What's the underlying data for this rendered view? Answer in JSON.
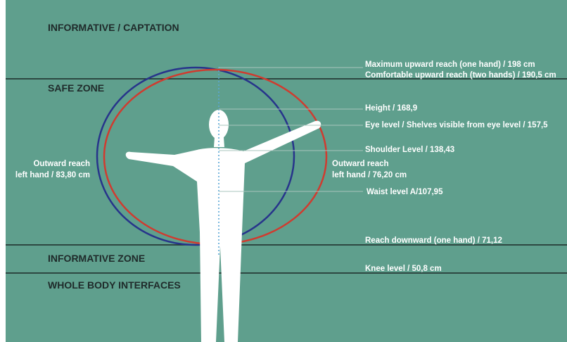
{
  "colors": {
    "background": "#5f9f8d",
    "zone_line": "#1d2a28",
    "leader_line": "#a8c6bd",
    "outer_ellipse": "#27348b",
    "inner_ellipse": "#d03b2f",
    "body": "#ffffff",
    "centerline": "#5aa7d6"
  },
  "zones": {
    "informative_captation": "INFORMATIVE / CAPTATION",
    "safe_zone": "SAFE ZONE",
    "informative_zone": "INFORMATIVE ZONE",
    "whole_body": "WHOLE BODY INTERFACES"
  },
  "labels": {
    "max_upward_reach": "Maximum upward reach (one hand) / 198 cm",
    "comfortable_upward_reach": "Comfortable upward reach (two hands) / 190,5 cm",
    "height": "Height / 168,9",
    "eye_level": "Eye level / Shelves visible from eye level / 157,5",
    "shoulder_level": "Shoulder Level / 138,43",
    "waist_level": "Waist level A/107,95",
    "reach_downward": "Reach downward (one hand) / 71,12",
    "knee_level": "Knee level / 50,8 cm"
  },
  "outward_left": {
    "line1": "Outward reach",
    "line2": "left hand / 83,80 cm"
  },
  "outward_right": {
    "line1": "Outward reach",
    "line2": "left hand / 76,20 cm"
  }
}
